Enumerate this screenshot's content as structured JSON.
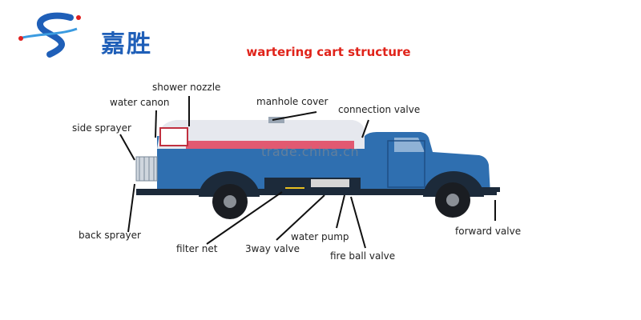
{
  "logo": {
    "text": "嘉胜",
    "brand_color": "#1f5fb8",
    "accent_color": "#e02020"
  },
  "title": "wartering cart structure",
  "watermark": "trade.china.cn",
  "labels": {
    "shower_nozzle": "shower nozzle",
    "water_canon": "water canon",
    "manhole_cover": "manhole cover",
    "connection_valve": "connection valve",
    "side_sprayer": "side sprayer",
    "back_sprayer": "back sprayer",
    "filter_net": "filter net",
    "water_pump": "water pump",
    "three_way_valve": "3way valve",
    "fire_ball_valve": "fire ball valve",
    "forward_valve": "forward valve"
  },
  "colors": {
    "truck_body": "#2f6fb0",
    "tank_top": "#e8e8ec",
    "tank_stripe": "#e0405a",
    "chassis": "#1c2a3a",
    "title": "#e0231a"
  }
}
